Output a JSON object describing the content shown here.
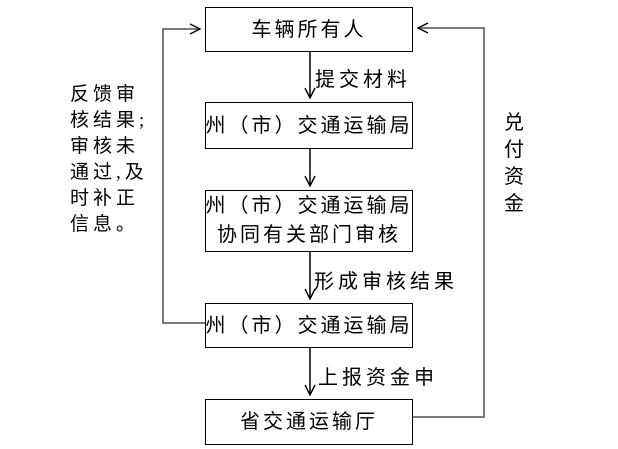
{
  "flowchart": {
    "nodes": {
      "vehicle_owner": {
        "label": "车辆所有人"
      },
      "city_bureau_receive": {
        "label": "州（市）交通运输局"
      },
      "city_bureau_review": {
        "line1": "州（市）交通运输局",
        "line2": "协同有关部门审核"
      },
      "city_bureau_result": {
        "label": "州（市）交通运输局"
      },
      "provincial_dept": {
        "label": "省交通运输厅"
      }
    },
    "edge_labels": {
      "submit_materials": "提交材料",
      "form_review_result": "形成审核结果",
      "report_fund_application": "上报资金申"
    },
    "left_note": {
      "lines": [
        "反馈审",
        "核结果;",
        "审核未",
        "通过,及",
        "时补正",
        "信息。"
      ]
    },
    "right_note": {
      "chars": [
        "兑",
        "付",
        "资",
        "金"
      ]
    },
    "colors": {
      "box_border": "#000000",
      "arrow_line": "#000000",
      "loop_line": "#7a7a7a",
      "background": "#ffffff",
      "text": "#000000"
    }
  }
}
